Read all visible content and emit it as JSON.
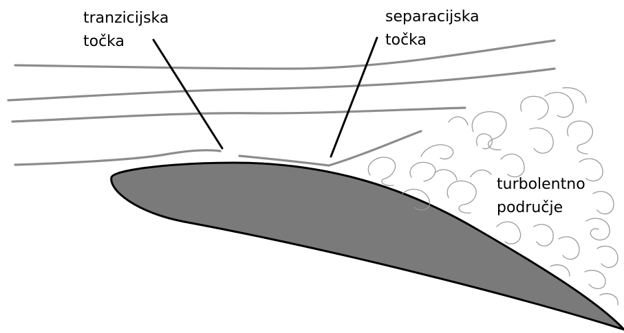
{
  "labels": {
    "transition": [
      "tranzicijska",
      "točka"
    ],
    "separation": [
      "separacijska",
      "točka"
    ],
    "turbulent": [
      "turbolentno",
      "područje"
    ]
  },
  "colors": {
    "airfoil_fill": "#7a7a7a",
    "airfoil_outline": "#000000",
    "streamline": "#8c8c8c",
    "eddy": "#9a9a9a",
    "pointer": "#000000",
    "background": "#ffffff"
  }
}
